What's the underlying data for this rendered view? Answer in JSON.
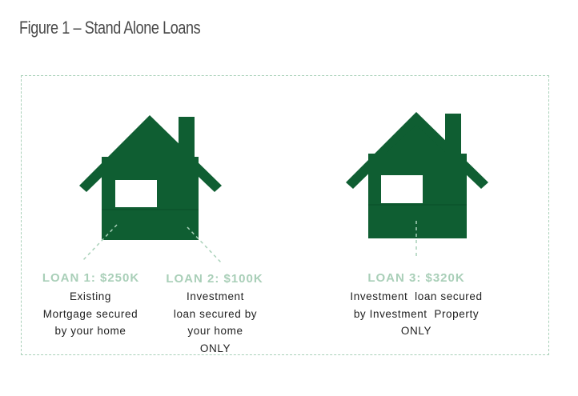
{
  "figure": {
    "title": "Figure 1 – Stand Alone Loans"
  },
  "colors": {
    "house": "#0f5e32",
    "accent": "#a9d1b9",
    "title_text": "#4a4a4a",
    "body_text": "#222222"
  },
  "loans": [
    {
      "title": "LOAN 1: $250K",
      "description_lines": [
        "Existing",
        "Mortgage secured",
        "by your home"
      ]
    },
    {
      "title": "LOAN 2: $100K",
      "description_lines": [
        "Investment",
        "loan secured by",
        "your home",
        "ONLY"
      ]
    },
    {
      "title": "LOAN 3: $320K",
      "description_lines": [
        "Investment  loan secured",
        "by Investment  Property",
        "ONLY"
      ]
    }
  ],
  "houses": [
    {
      "name": "home-house-icon"
    },
    {
      "name": "investment-property-house-icon"
    }
  ]
}
